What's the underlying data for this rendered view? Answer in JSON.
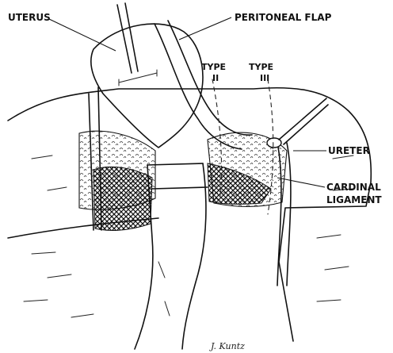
{
  "labels": {
    "uterus": "UTERUS",
    "peritoneal_flap": "PERITONEAL FLAP",
    "type_ii_title": "TYPE",
    "type_ii_numeral": "II",
    "type_iii_title": "TYPE",
    "type_iii_numeral": "III",
    "ureter": "URETER",
    "cardinal": "CARDINAL",
    "ligament": "LIGAMENT"
  },
  "signature": "J. Kuntz"
}
